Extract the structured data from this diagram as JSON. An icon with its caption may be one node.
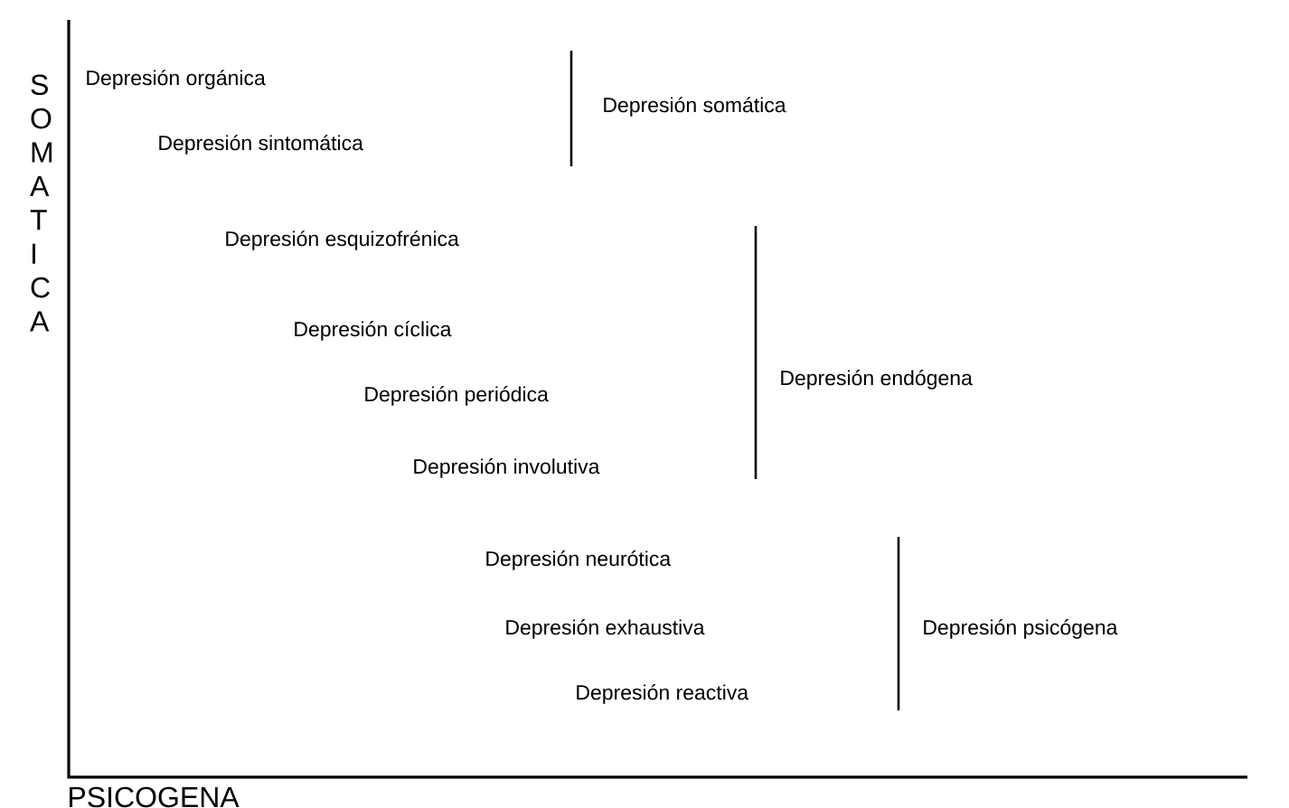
{
  "diagram": {
    "labels": [
      "SOMATICA",
      "Depresión orgánica",
      "Depresión somática",
      "Depresión sintomática",
      "Depresión esquizofrénica",
      "Depresión cíclica",
      "Depresión endógena",
      "Depresión periódica",
      "Depresión involutiva",
      "Depresión neurótica",
      "Depresión exhaustiva",
      "Depresión psicógena",
      "Depresión reactiva",
      "PSICOGENA"
    ]
  }
}
